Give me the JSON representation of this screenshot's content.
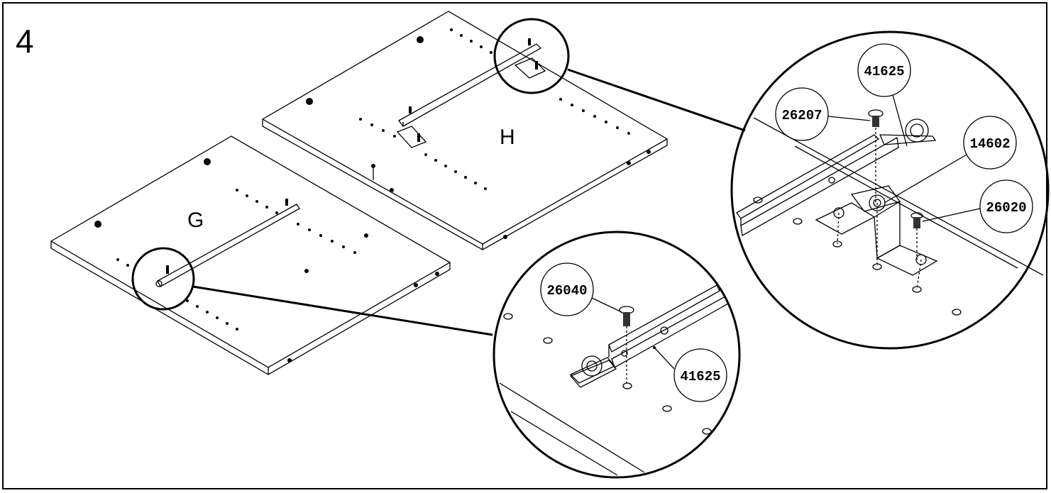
{
  "step_number": "4",
  "panels": {
    "g": {
      "label": "G"
    },
    "h": {
      "label": "H"
    }
  },
  "callouts": {
    "upper_detail": {
      "screw_top": "26207",
      "rail": "41625",
      "bracket": "14602",
      "screw_side": "26020"
    },
    "lower_detail": {
      "screw": "26040",
      "rail": "41625"
    }
  }
}
